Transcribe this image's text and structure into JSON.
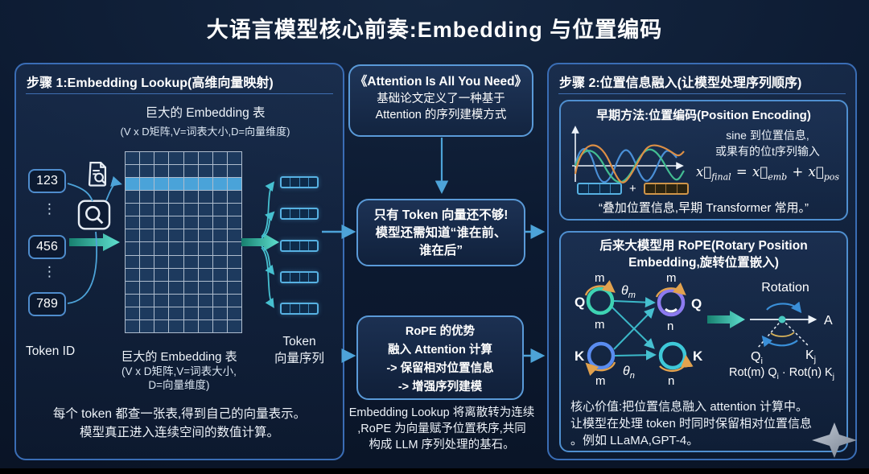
{
  "title": "大语言模型核心前奏:Embedding 与位置编码",
  "step1": {
    "header": "步骤 1:Embedding Lookup(高维向量映射)",
    "table_title": "巨大的 Embedding 表",
    "table_subtitle": "(V x D矩阵,V=词表大小,D=向量维度)",
    "token_ids": [
      "123",
      "456",
      "789"
    ],
    "ellipsis": "⋮",
    "token_id_label": "Token ID",
    "matrix": {
      "rows": 14,
      "cols": 8,
      "highlight_row": 3
    },
    "vector_chips": 5,
    "chip_cells": 4,
    "table_caption_line1": "巨大的 Embedding 表",
    "table_caption_line2": "(V x D矩阵,V=词表大小,",
    "table_caption_line3": "D=向量维度)",
    "vector_label_line1": "Token",
    "vector_label_line2": "向量序列",
    "footer_line1": "每个 token 都查一张表,得到自己的向量表示。",
    "footer_line2": "模型真正进入连续空间的数值计算。"
  },
  "middle": {
    "paper_box": {
      "line1": "《Attention Is All You Need》",
      "line2": "基础论文定义了一种基于",
      "line3": "Attention 的序列建模方式"
    },
    "need_box": {
      "line1": "只有 Token 向量还不够!",
      "line2": "模型还需知道“谁在前、",
      "line3": "谁在后”"
    },
    "rope_box": {
      "line1": "RoPE 的优势",
      "line2": "融入 Attention 计算",
      "line3": "-> 保留相对位置信息",
      "line4": "-> 增强序列建模"
    },
    "footer_line1": "Embedding Lookup 将离散转为连续",
    "footer_line2": ",RoPE 为向量赋予位置秩序,共同",
    "footer_line3": "构成 LLM 序列处理的基石。"
  },
  "step2": {
    "header": "步骤 2:位置信息融入(让模型处理序列顺序)",
    "pe_box": {
      "title": "早期方法:位置编码(Position Encoding)",
      "plus": "+",
      "note_line1": "sine 到位置信息,",
      "note_line2": "或果有的位t序列输入",
      "formula": {
        "lhs_base": "x⃗",
        "lhs_sub": "final",
        "eq": "=",
        "emb_base": "x⃗",
        "emb_sub": "emb",
        "plus": "+",
        "pos_base": "x⃗",
        "pos_sub": "pos"
      },
      "quote": "“叠加位置信息,早期 Transformer 常用。”"
    },
    "rope_box": {
      "title_line1": "后来大模型用 RoPE(Rotary Position",
      "title_line2": "Embedding,旋转位置嵌入)",
      "q": "Q",
      "k": "K",
      "m": "m",
      "n": "n",
      "theta": "θ",
      "rotation_label": "Rotation",
      "a": "A",
      "qi_base": "Q",
      "qi_sub": "i",
      "kj_base": "K",
      "kj_sub": "j",
      "rot_formula_part1": "Rot(m) Q",
      "rot_formula_sub1": "i",
      "rot_formula_part2": " · Rot(n) K",
      "rot_formula_sub2": "j",
      "footer_line1": "核心价值:把位置信息融入 attention 计算中。",
      "footer_line2": "让模型在处理 token 时同时保留相对位置信息",
      "footer_line3": "。例如 LLaMA,GPT-4。"
    }
  },
  "colors": {
    "background": "#0b1830",
    "panel_border": "#3a6db5",
    "box_border": "#5a9ad8",
    "accent_arrow_blue": "#4da3d8",
    "teal_arrow_gradient": [
      "#17806f",
      "#5fe0cf"
    ],
    "matrix_highlight": "#4aa3d9",
    "sine_blue": "#4a8fd6",
    "sine_green": "#43bd92",
    "sine_orange": "#dd8f45",
    "ring_teal": "#3ed3b3",
    "ring_purple": "#8d7bf0",
    "ring_blue": "#5a8cf0",
    "arc_orange": "#e2a24e"
  }
}
